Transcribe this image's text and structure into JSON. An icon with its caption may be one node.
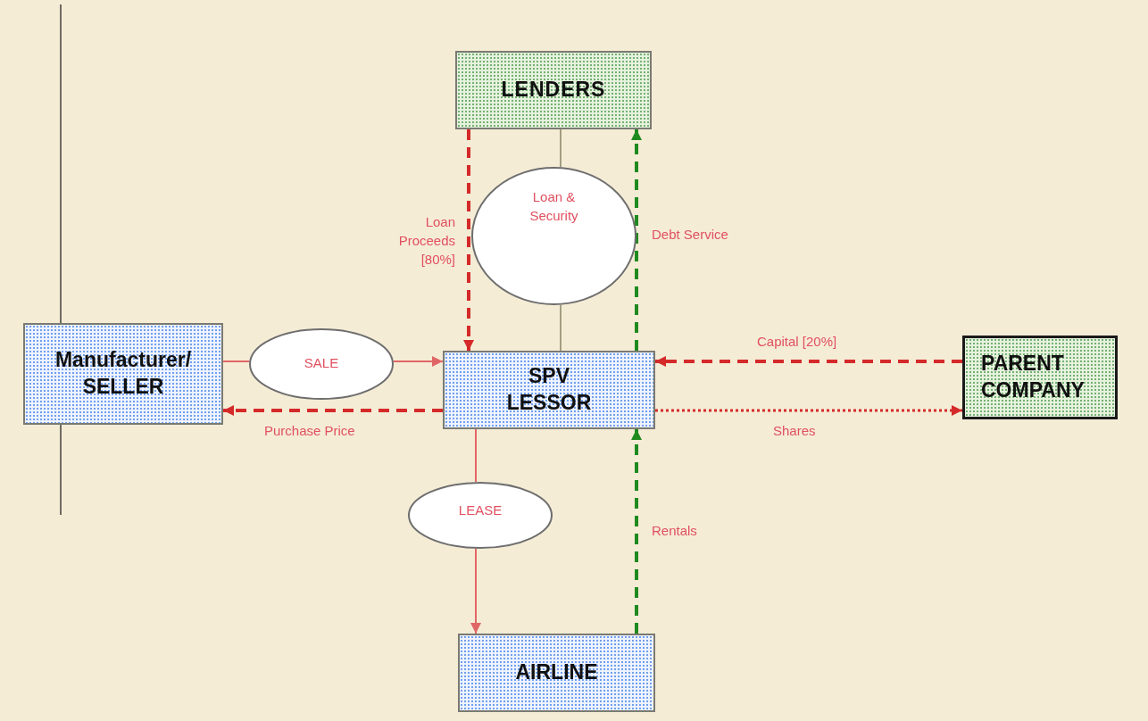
{
  "diagram": {
    "nodes": [
      {
        "text": [
          "LENDERS"
        ]
      },
      {
        "text": [
          "Loan & Security"
        ]
      },
      {
        "text": [
          "Manufacturer/ SELLER"
        ]
      },
      {
        "text": [
          "SALE"
        ]
      },
      {
        "text": [
          "SPV LESSOR"
        ]
      },
      {
        "text": [
          "PARENT COMPANY"
        ]
      },
      {
        "text": [
          "LEASE"
        ]
      },
      {
        "text": [
          "AIRLINE"
        ]
      }
    ],
    "edges": [
      {
        "from": 0,
        "to": 4,
        "arrow": "to",
        "label": "Loan Proceeds [80%]",
        "style": "dashed"
      },
      {
        "from": 7,
        "to": 4,
        "arrow": "to",
        "label": "Rentals",
        "style": "dashed",
        "color": "#1f8a1f"
      },
      {
        "from": 4,
        "to": 0,
        "arrow": "to",
        "label": "Debt Service",
        "style": "dashed",
        "color": "#1f8a1f"
      },
      {
        "from": 2,
        "to": 3,
        "arrow": "none",
        "color": "#e06666"
      },
      {
        "from": 3,
        "to": 4,
        "arrow": "to",
        "color": "#e06666"
      },
      {
        "from": 4,
        "to": 2,
        "arrow": "to",
        "label": "Purchase Price",
        "style": "dashed"
      },
      {
        "from": 5,
        "to": 4,
        "arrow": "to",
        "label": "Capital [20%]",
        "style": "dashed"
      },
      {
        "from": 4,
        "to": 5,
        "arrow": "to",
        "label": "Shares",
        "style": "dashed"
      },
      {
        "from": 4,
        "to": 6,
        "arrow": "none",
        "color": "#e06666"
      },
      {
        "from": 6,
        "to": 7,
        "arrow": "to",
        "color": "#e06666"
      },
      {
        "from": 0,
        "to": 1,
        "arrow": "none",
        "color": "#a39e82"
      },
      {
        "from": 1,
        "to": 4,
        "arrow": "none",
        "color": "#a39e82"
      }
    ]
  }
}
